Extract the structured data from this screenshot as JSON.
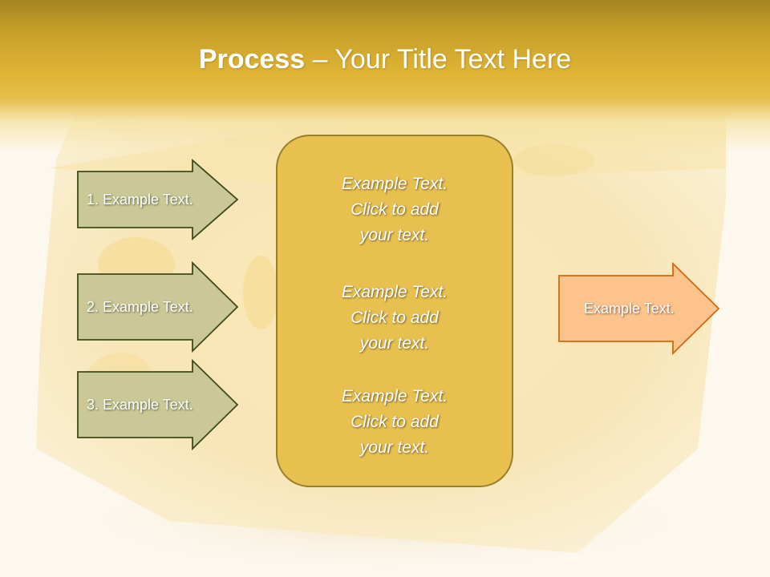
{
  "slide": {
    "title_bold": "Process",
    "title_rest": " – Your Title Text Here"
  },
  "inputs": [
    {
      "label": "1. Example Text."
    },
    {
      "label": "2. Example Text."
    },
    {
      "label": "3. Example Text."
    }
  ],
  "center_box": {
    "blocks": [
      {
        "line1": "Example Text.",
        "line2": "Click  to add",
        "line3": "your text."
      },
      {
        "line1": "Example Text.",
        "line2": "Click  to add",
        "line3": "your text."
      },
      {
        "line1": "Example Text.",
        "line2": "Click  to add",
        "line3": "your text."
      }
    ]
  },
  "output": {
    "label": "Example Text."
  },
  "colors": {
    "header_gold": "#e0b536",
    "input_arrow_fill": "#c9c896",
    "input_arrow_border": "#3f4a1a",
    "center_box_fill": "#e8c050",
    "center_box_border": "#9a7f2a",
    "output_arrow_fill": "#fcc38c",
    "output_arrow_border": "#d06a10",
    "background": "#fdf8ee"
  }
}
